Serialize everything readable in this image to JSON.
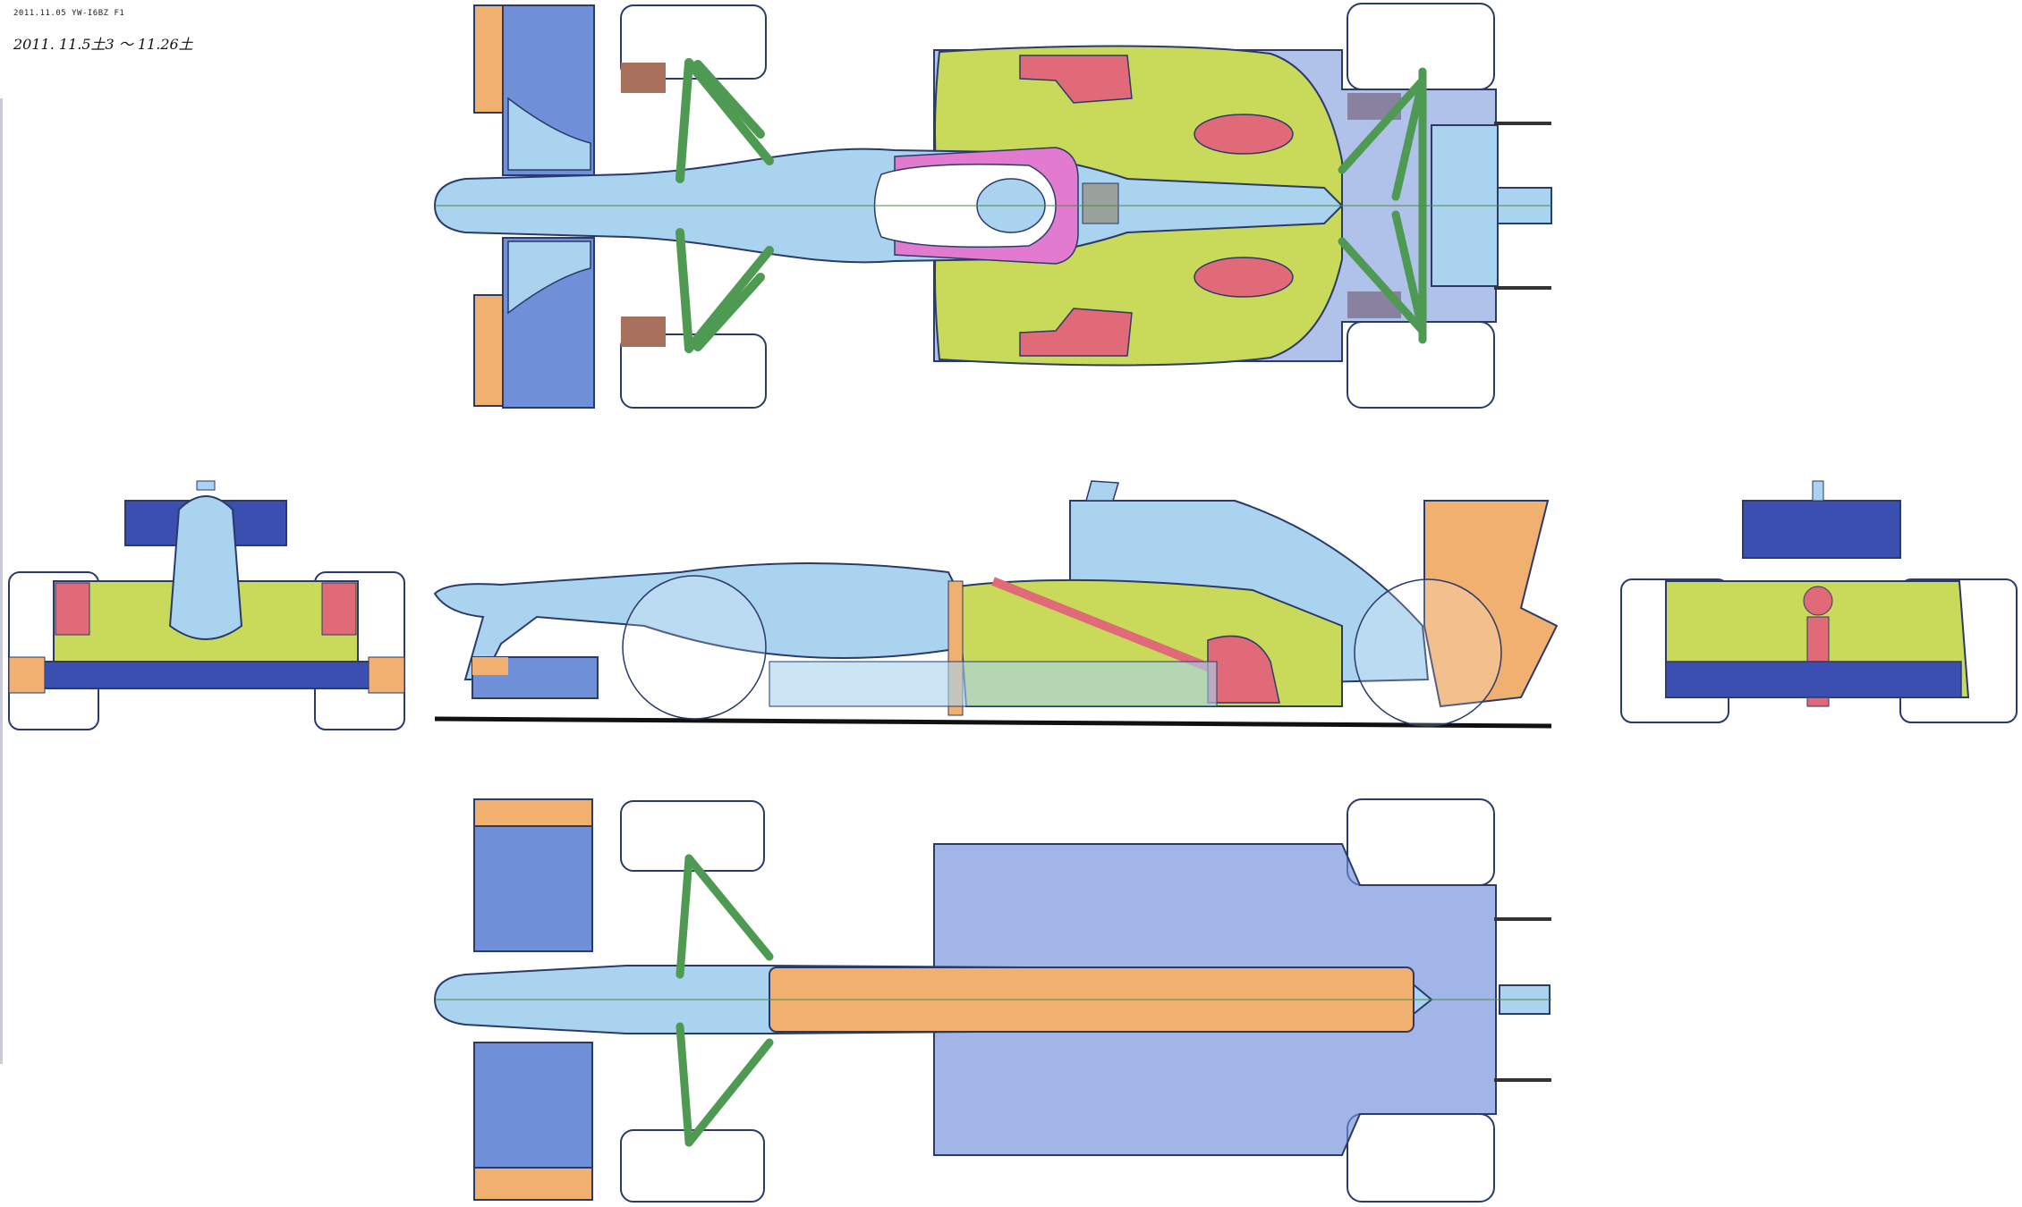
{
  "note": {
    "line1": "2011.11.05  YW-I6BZ  F1",
    "line2": "2011. 11.5土3 ～ 11.26土"
  },
  "colors": {
    "light_blue": "#a9d3ee",
    "mid_blue": "#6f8fd8",
    "dark_blue": "#3a4fb0",
    "yellow_green": "#c9da5a",
    "green": "#4f9a52",
    "red": "#e06a78",
    "pink": "#e27ad0",
    "orange": "#f0b070",
    "brown": "#a8705c",
    "outline": "#2a3a6a",
    "guide": "#4a8a4a"
  },
  "views": [
    {
      "id": "top-view"
    },
    {
      "id": "front-view"
    },
    {
      "id": "side-view"
    },
    {
      "id": "rear-view"
    },
    {
      "id": "bottom-view"
    }
  ]
}
